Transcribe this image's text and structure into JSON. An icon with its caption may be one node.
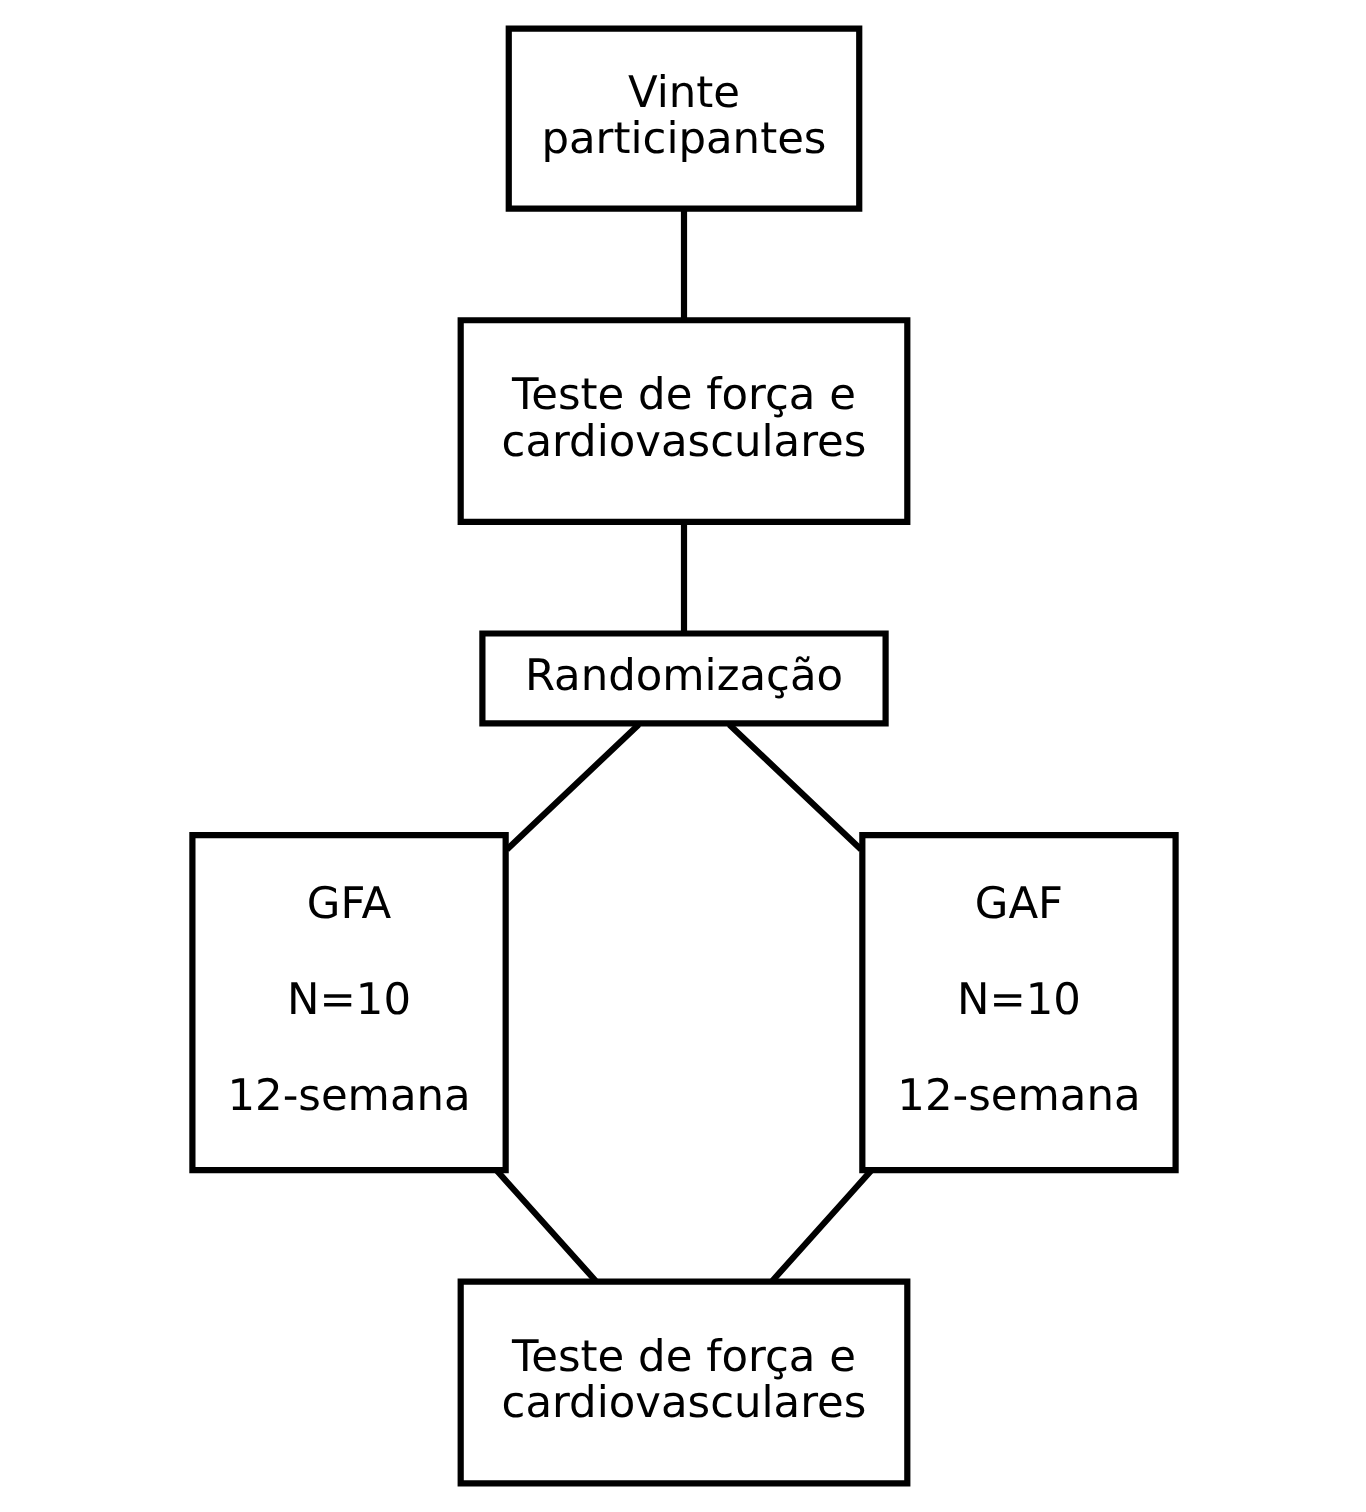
{
  "diagram": {
    "nodes": [
      {
        "text": [
          "Vinte participantes"
        ]
      },
      {
        "text": [
          "Teste de força e cardiovasculares"
        ]
      },
      {
        "text": [
          "Randomização"
        ]
      },
      {
        "text": [
          "GFA",
          "N=10",
          "12-semana"
        ]
      },
      {
        "text": [
          "GAF",
          "N=10",
          "12-semana"
        ]
      },
      {
        "text": [
          "Teste de força e cardiovasculares"
        ]
      }
    ],
    "edges": [
      {
        "from": 0,
        "to": 1,
        "arrow": "none"
      },
      {
        "from": 1,
        "to": 2,
        "arrow": "none"
      },
      {
        "from": 2,
        "to": 3,
        "arrow": "none"
      },
      {
        "from": 2,
        "to": 4,
        "arrow": "none"
      },
      {
        "from": 3,
        "to": 5,
        "arrow": "none"
      },
      {
        "from": 4,
        "to": 5,
        "arrow": "none"
      }
    ]
  }
}
